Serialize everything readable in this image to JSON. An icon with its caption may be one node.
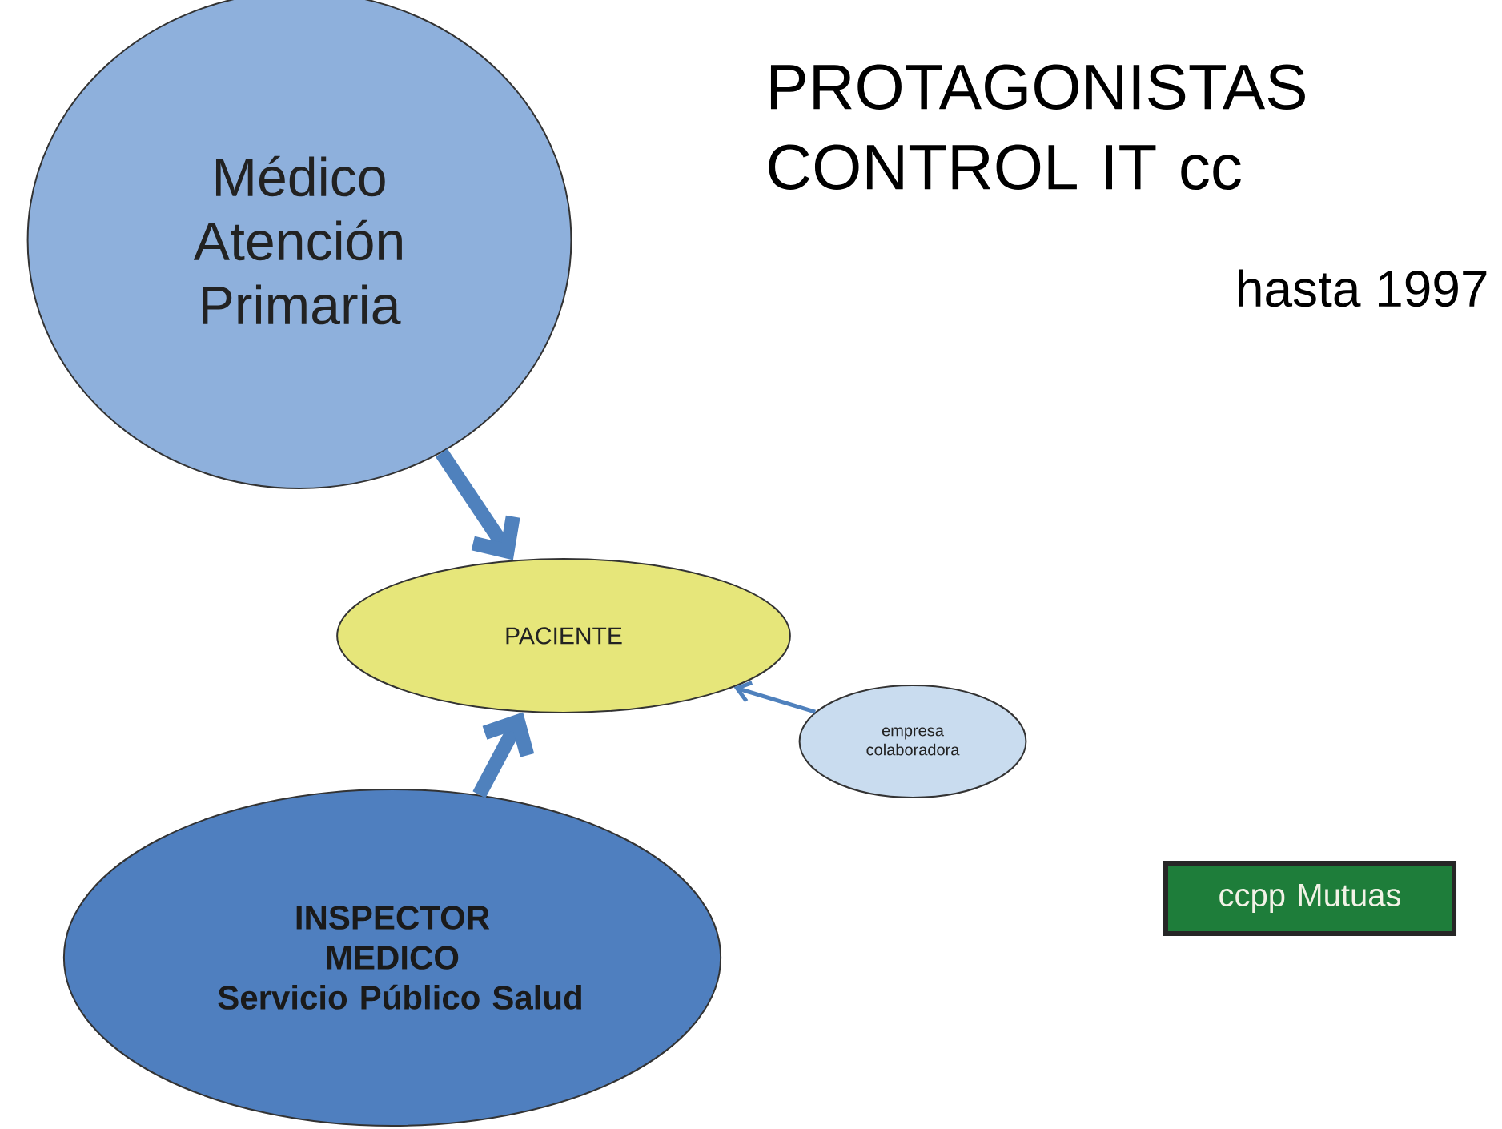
{
  "diagram": {
    "title": "PROTAGONISTAS CONTROL IT cc",
    "nodes": [
      {
        "text": [
          "Médico Atención Primaria"
        ]
      },
      {
        "text": [
          "PACIENTE"
        ]
      },
      {
        "text": [
          "empresa colaboradora"
        ]
      },
      {
        "text": [
          "INSPECTOR MEDICO",
          "Servicio Público Salud"
        ]
      },
      {
        "text": [
          "ccpp Mutuas"
        ]
      }
    ],
    "edges": [
      {
        "from": 0,
        "to": 1,
        "arrow": "to"
      },
      {
        "from": 3,
        "to": 1,
        "arrow": "to"
      },
      {
        "from": 2,
        "to": 1,
        "arrow": "to"
      }
    ],
    "labels": [
      "hasta 1997"
    ]
  }
}
